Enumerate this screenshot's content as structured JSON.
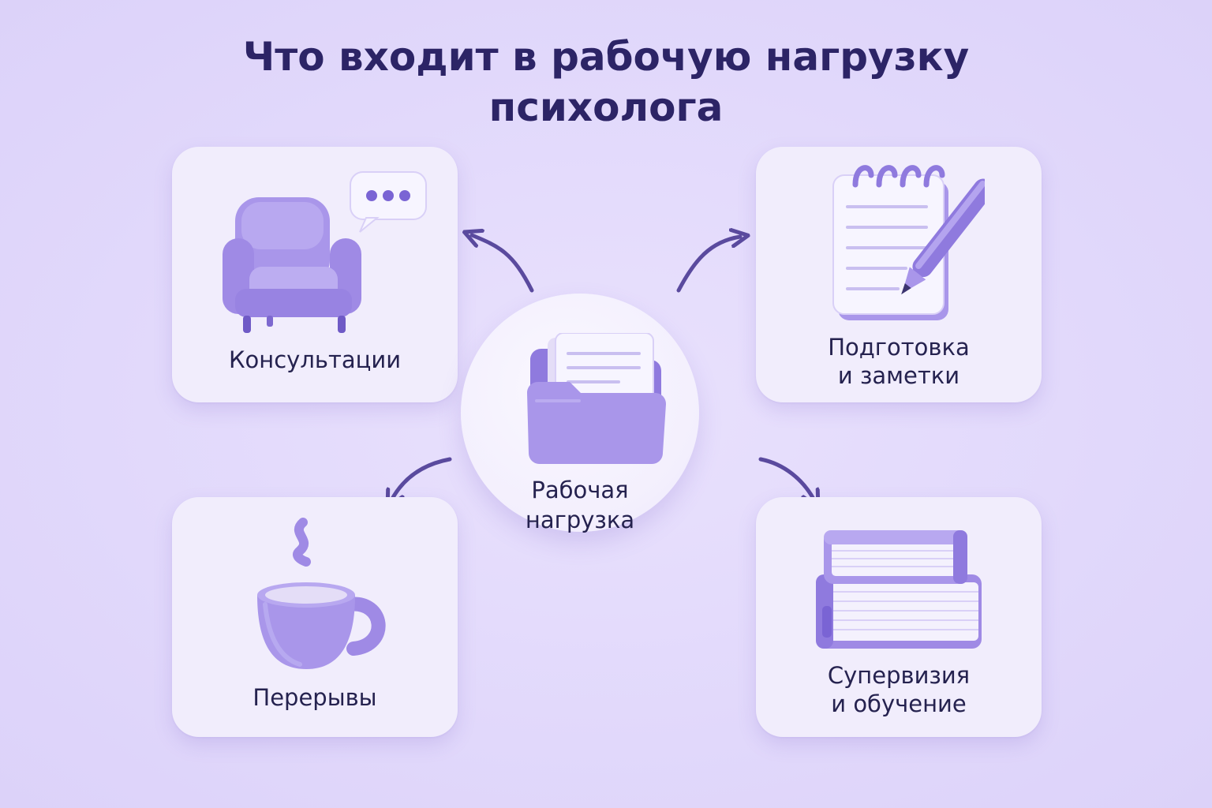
{
  "title": {
    "line1": "Что входит в рабочую нагрузку",
    "line2": "психолога"
  },
  "center": {
    "line1": "Рабочая",
    "line2": "нагрузка",
    "icon": "folder-icon"
  },
  "cards": {
    "consultations": {
      "line1": "Консультации",
      "icon": "armchair-icon",
      "icon2": "speech-bubble-icon"
    },
    "preparation": {
      "line1": "Подготовка",
      "line2": "и заметки",
      "icon": "notepad-pen-icon"
    },
    "breaks": {
      "line1": "Перерывы",
      "icon": "coffee-cup-icon"
    },
    "supervision": {
      "line1": "Супервизия",
      "line2": "и обучение",
      "icon": "books-icon"
    }
  },
  "colors": {
    "background": "#e3dafc",
    "card": "#f1edfc",
    "accent": "#9b87e6",
    "accent_dark": "#7a64d4",
    "title": "#2c2466",
    "arrow": "#5a4a9e"
  }
}
